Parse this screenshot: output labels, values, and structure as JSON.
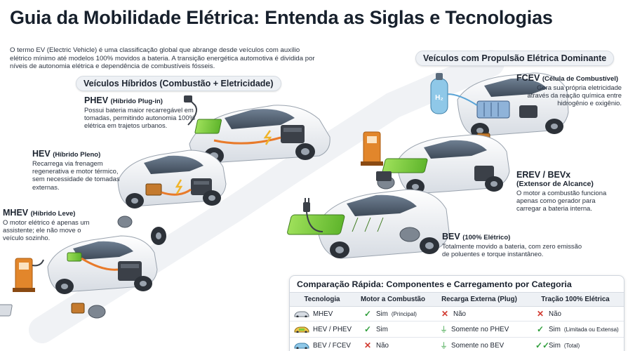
{
  "title": "Guia da Mobilidade Elétrica: Entenda as Siglas e Tecnologias",
  "intro": "O termo EV (Electric Vehicle) é uma classificação global que abrange desde veículos com auxílio elétrico mínimo até modelos 100% movidos a bateria. A transição energética automotiva é dividida por níveis de autonomia elétrica e dependência de combustíveis fósseis.",
  "sections": {
    "hybrid": "Veículos Híbridos (Combustão + Eletricidade)",
    "electric": "Veículos com Propulsão Elétrica Dominante"
  },
  "vehicles": {
    "phev": {
      "name": "PHEV",
      "sub": "(Híbrido Plug-in)",
      "desc": "Possui bateria maior recarregável em tomadas, permitindo autonomia 100% elétrica em trajetos urbanos."
    },
    "hev": {
      "name": "HEV",
      "sub": "(Híbrido Pleno)",
      "desc": "Recarrega via frenagem regenerativa e motor térmico, sem necessidade de tomadas externas."
    },
    "mhev": {
      "name": "MHEV",
      "sub": "(Híbrido Leve)",
      "desc": "O motor elétrico é apenas um assistente; ele não move o veículo sozinho."
    },
    "fcev": {
      "name": "FCEV",
      "sub": "(Célula de Combustível)",
      "desc": "Gera sua própria eletricidade através da reação química entre hidrogênio e oxigênio."
    },
    "erev": {
      "name": "EREV / BEVx",
      "sub": "(Extensor de Alcance)",
      "desc": "O motor a combustão funciona apenas como gerador para carregar a bateria interna."
    },
    "bev": {
      "name": "BEV",
      "sub": "(100% Elétrico)",
      "desc": "Totalmente movido a bateria, com zero emissão de poluentes e torque instantâneo."
    }
  },
  "table": {
    "title": "Comparação Rápida: Componentes e Carregamento por Categoria",
    "headers": [
      "Tecnologia",
      "Motor a Combustão",
      "Recarga Externa (Plug)",
      "Tração 100% Elétrica"
    ],
    "rows": [
      {
        "tech": "MHEV",
        "combustion": "Sim",
        "combustion_note": "(Principal)",
        "plug": "Não",
        "traction": "Não",
        "traction_note": ""
      },
      {
        "tech": "HEV / PHEV",
        "combustion": "Sim",
        "combustion_note": "",
        "plug": "Somente no PHEV",
        "traction": "Sim",
        "traction_note": "(Limitada ou Extensa)"
      },
      {
        "tech": "BEV / FCEV",
        "combustion": "Não",
        "combustion_note": "",
        "plug": "Somente no BEV",
        "traction": "Sim",
        "traction_note": "(Total)"
      }
    ]
  },
  "colors": {
    "battery": "#7ccf3b",
    "engine": "#3b4048",
    "flow": "#e87a2a",
    "car_body": "#eef0f3",
    "check": "#2f9e3b",
    "cross": "#d23b31",
    "h2_tank": "#8fc8e8",
    "fuel_pump": "#e2862b"
  }
}
